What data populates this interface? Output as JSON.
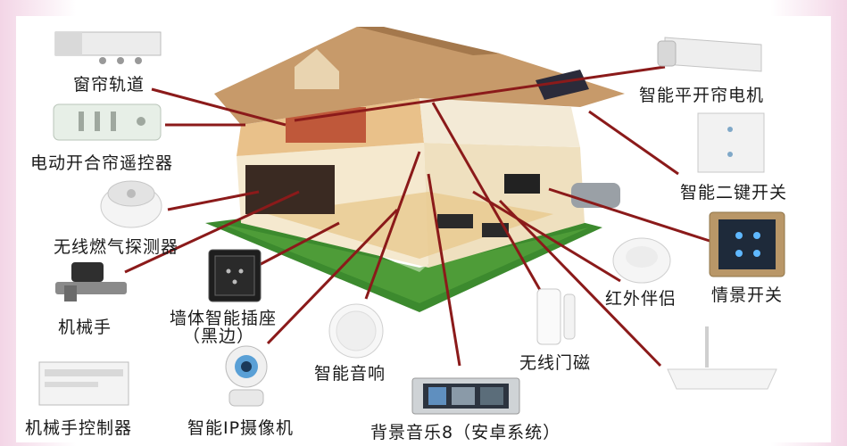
{
  "labels": {
    "curtain_track": "窗帘轨道",
    "curtain_remote": "电动开合帘遥控器",
    "gas_detector": "无线燃气探测器",
    "manipulator": "机械手",
    "manipulator_controller": "机械手控制器",
    "wall_socket_line1": "墙体智能插座",
    "wall_socket_line2": "（黑边）",
    "ip_camera": "智能IP摄像机",
    "smart_speaker": "智能音响",
    "background_music": "背景音乐8（安卓系统）",
    "door_sensor": "无线门磁",
    "ir_companion": "红外伴侣",
    "scene_switch": "情景开关",
    "dual_switch": "智能二键开关",
    "curtain_motor": "智能平开帘电机"
  },
  "colors": {
    "connector": "#8b1a1a",
    "roof": "#c79a6a",
    "lawn": "#3c8a2e",
    "wall": "#f2e6cc"
  }
}
